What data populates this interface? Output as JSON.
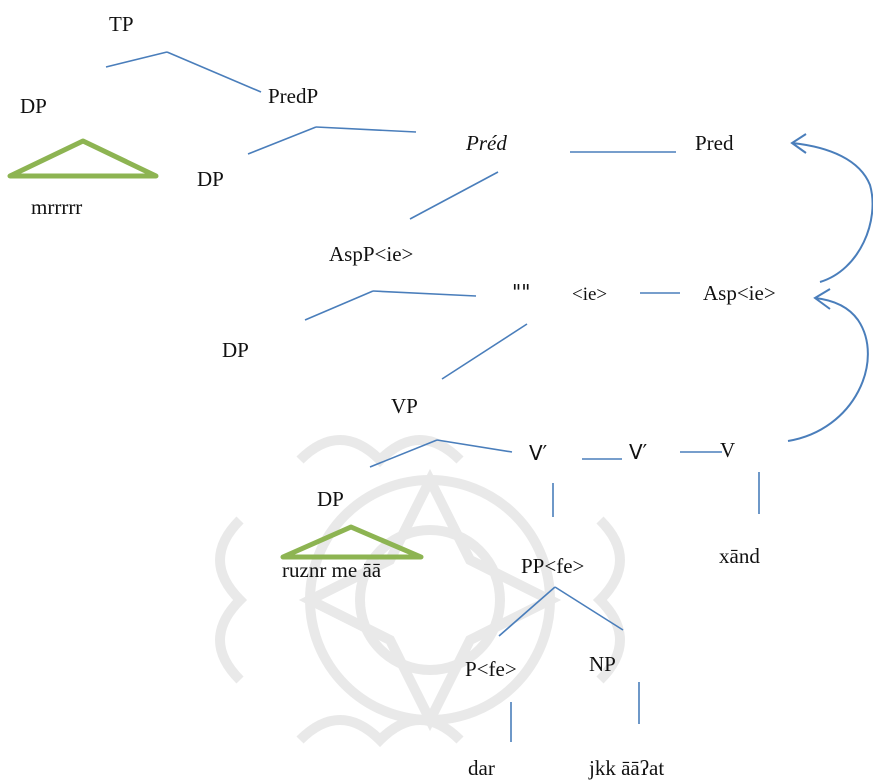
{
  "tree": {
    "labels": {
      "tp": "TP",
      "dp_spec_tp": "DP",
      "predp": "PredP",
      "pred_bar": "Préd",
      "pred_head": "Pred",
      "dp_pred": "DP",
      "subject_text": "mrrrrr",
      "aspp": "AspP<ie>",
      "asp_bar": "\"\"",
      "asp_ie": "<ie>",
      "asp_head": "Asp<ie>",
      "dp_asp": "DP",
      "vp": "VP",
      "v_bar_1": "V′",
      "v_bar_2": "V′",
      "v_head": "V",
      "v_word": "xānd",
      "dp_obj": "DP",
      "object_text": "ruznr me āā",
      "pp": "PP<fe>",
      "p_head": "P<fe>",
      "np": "NP",
      "p_word": "dar",
      "np_word": "jkk āāʔat"
    },
    "colors": {
      "branch": "#4a7ebb",
      "triangle": "#8db452",
      "text": "#111111",
      "watermark": "#d9d9d9"
    }
  }
}
